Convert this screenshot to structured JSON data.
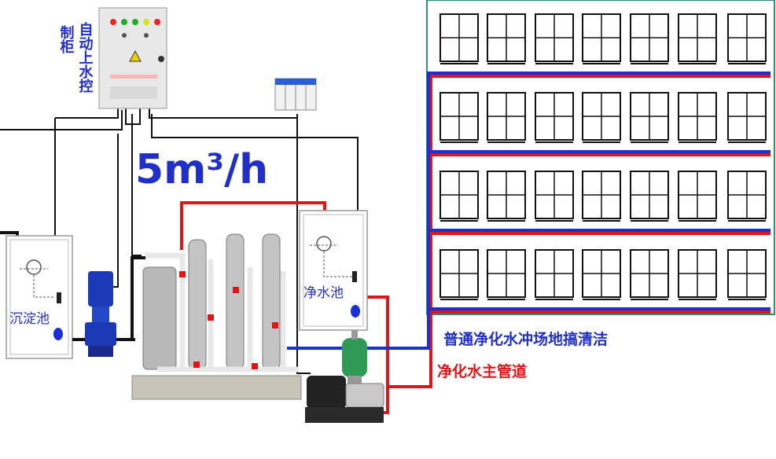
{
  "control_cabinet": {
    "label_col1": "制柜",
    "label_col2": "自动上水控"
  },
  "flow_rate": {
    "text": "5m³/h"
  },
  "tanks": {
    "sediment": "沉淀池",
    "clean": "净水池"
  },
  "legend": {
    "blue_line": "普通净化水冲场地搞清洁",
    "red_line": "净化水主管道"
  },
  "colors": {
    "blue_pipe": "#1a2fd6",
    "red_pipe": "#e01515",
    "frame": "#2e8b7a",
    "title": "#1f2fc8"
  },
  "building": {
    "floors": 4,
    "windows_per_floor": 7
  }
}
